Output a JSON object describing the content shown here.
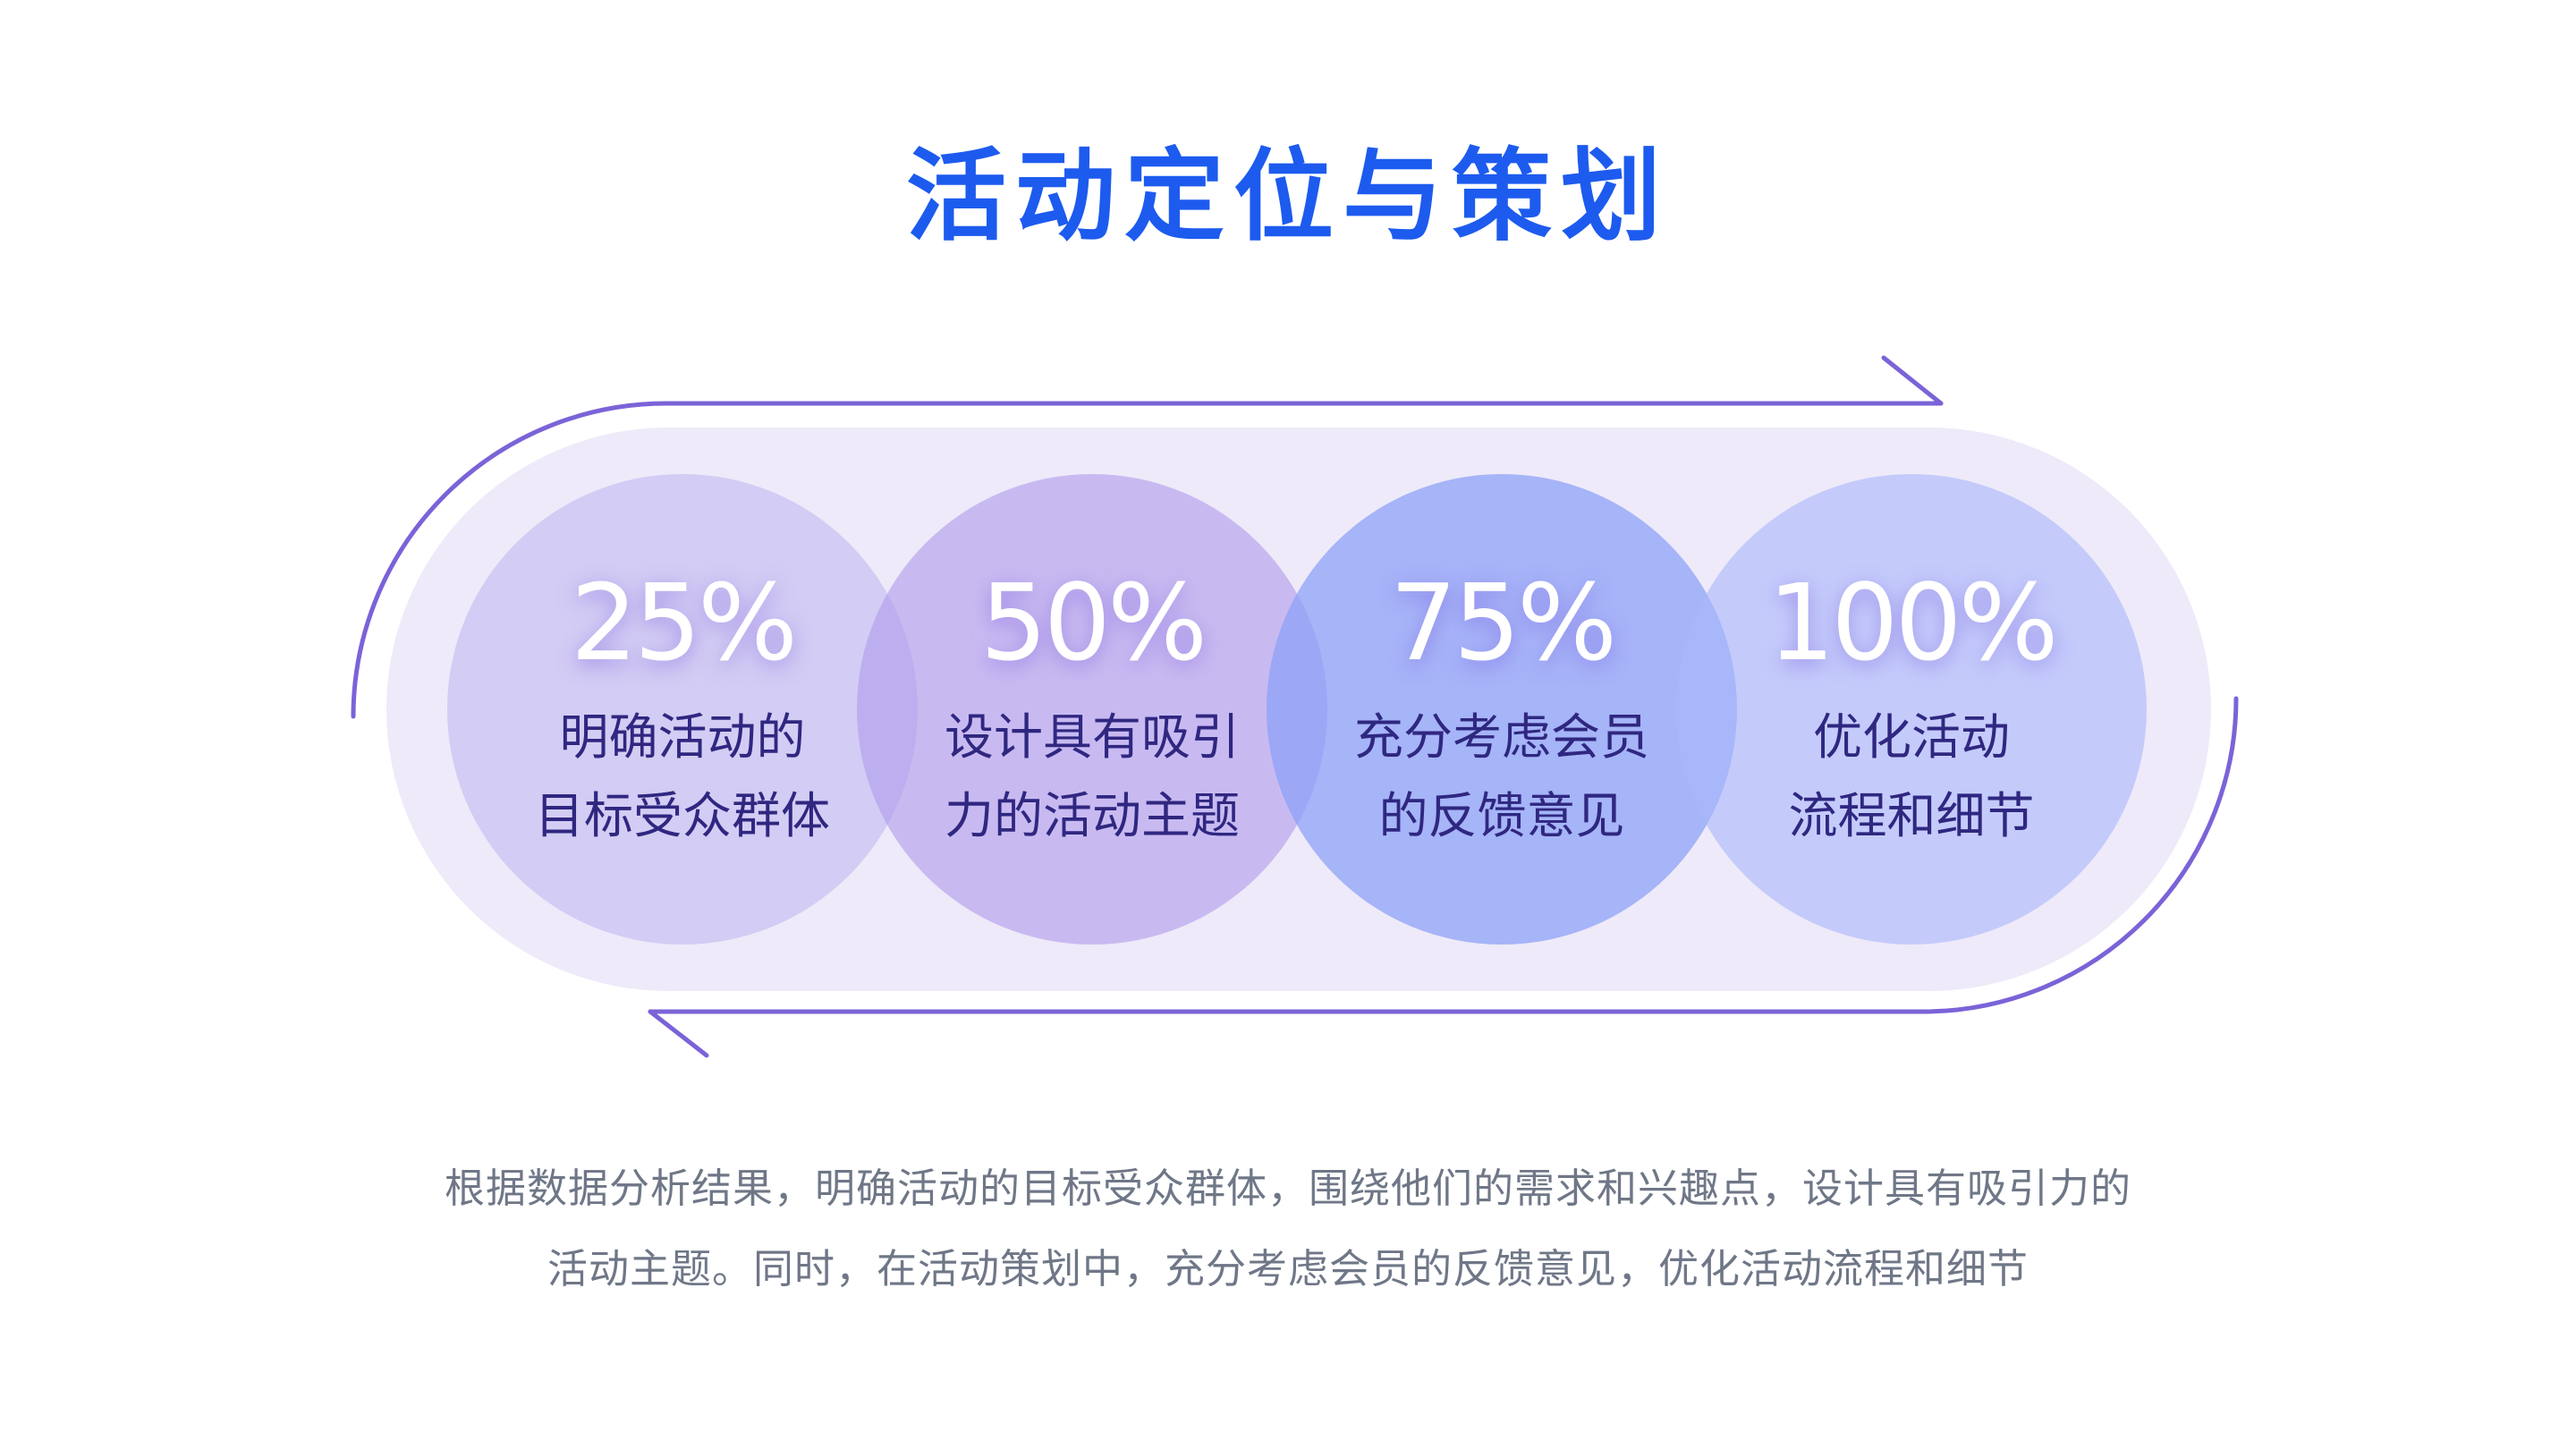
{
  "title": "活动定位与策划",
  "colors": {
    "title": "#1d5bef",
    "arrow": "#7b63d8",
    "band": "#eeeaf9",
    "label_text": "#2f2780",
    "body_text": "#6f7787"
  },
  "stages": [
    {
      "percent": "25%",
      "line1": "明确活动的",
      "line2": "目标受众群体"
    },
    {
      "percent": "50%",
      "line1": "设计具有吸引",
      "line2": "力的活动主题"
    },
    {
      "percent": "75%",
      "line1": "充分考虑会员",
      "line2": "的反馈意见"
    },
    {
      "percent": "100%",
      "line1": "优化活动",
      "line2": "流程和细节"
    }
  ],
  "body": {
    "line1": "根据数据分析结果，明确活动的目标受众群体，围绕他们的需求和兴趣点，设计具有吸引力的",
    "line2": "活动主题。同时，在活动策划中，充分考虑会员的反馈意见，优化活动流程和细节"
  }
}
